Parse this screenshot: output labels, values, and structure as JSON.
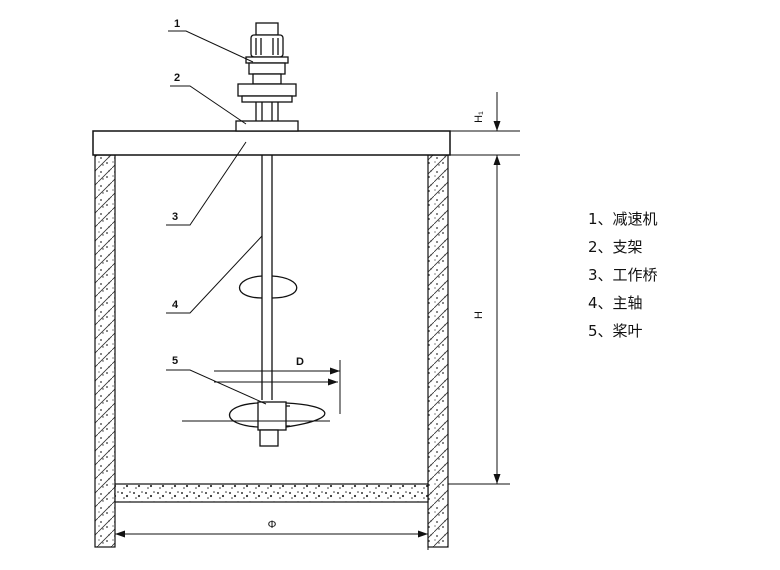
{
  "callouts": [
    "1",
    "2",
    "3",
    "4",
    "5"
  ],
  "dimensions": {
    "h1": "H₁",
    "h": "H",
    "d": "D",
    "phi": "Φ"
  },
  "legend": [
    "1、减速机",
    "2、支架",
    "3、工作桥",
    "4、主轴",
    "5、桨叶"
  ]
}
